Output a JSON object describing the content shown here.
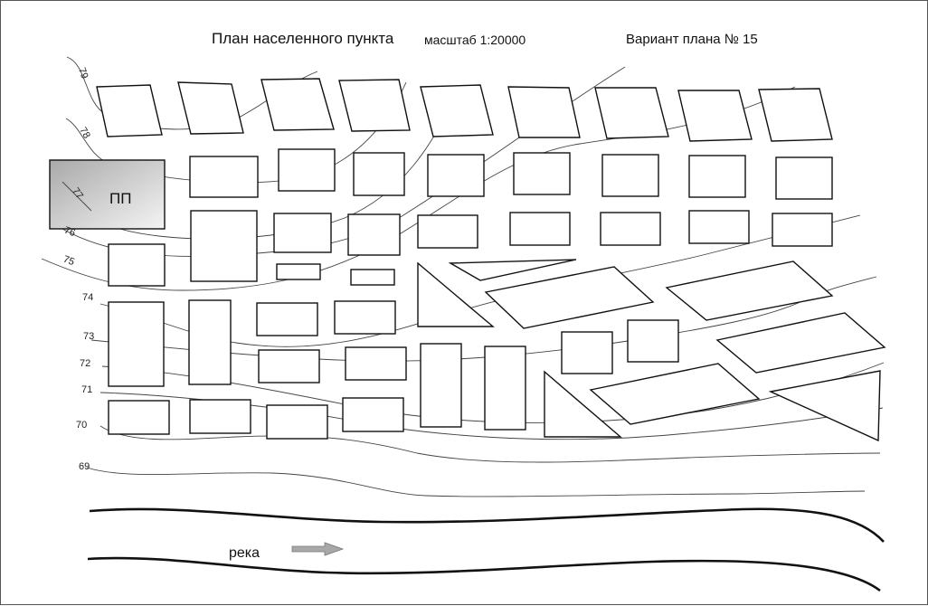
{
  "header": {
    "title": "План населенного пункта",
    "scale": "масштаб 1:20000",
    "variant": "Вариант плана № 15"
  },
  "admin_point_label": "ПП",
  "river_label": "река",
  "contour_labels": [
    "79",
    "78",
    "77",
    "76",
    "75",
    "74",
    "73",
    "72",
    "71",
    "70",
    "69"
  ],
  "colors": {
    "outline": "#111111",
    "contour": "#444444",
    "admin_fill_start": "#aaaaaa",
    "admin_fill_end": "#f2f2f2",
    "arrow": "#a8a8a8"
  },
  "icons": {
    "river_flow": "arrow-right-icon"
  }
}
